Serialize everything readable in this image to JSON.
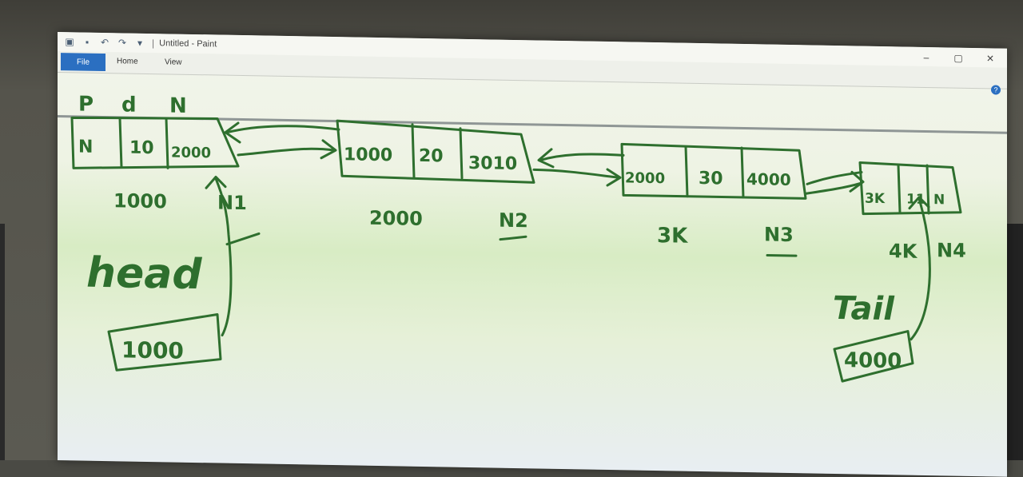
{
  "window": {
    "title": "Untitled - Paint",
    "quick_access_icons": [
      "paint-app-icon",
      "save-icon",
      "undo-icon",
      "redo-icon",
      "customize-icon"
    ],
    "controls": [
      "minimize-icon",
      "maximize-icon",
      "close-icon"
    ],
    "control_glyphs": [
      "–",
      "▢",
      "✕"
    ]
  },
  "ribbon": {
    "file_tab": "File",
    "tabs": [
      "Home",
      "View"
    ]
  },
  "drawing": {
    "top_labels": [
      "P",
      "d",
      "N"
    ],
    "node1": {
      "cells": [
        "N",
        "10",
        "2000"
      ],
      "address": "1000",
      "name": "N1"
    },
    "node2": {
      "cells": [
        "1000",
        "20",
        "3010"
      ],
      "address": "2000",
      "name": "N2"
    },
    "node3": {
      "cells": [
        "2000",
        "30",
        "4000"
      ],
      "address": "3K",
      "name": "N3"
    },
    "node4": {
      "cells": [
        "3K",
        "11",
        "N"
      ],
      "address": "4K",
      "name": "N4"
    },
    "head": {
      "label": "head",
      "value": "1000"
    },
    "tail": {
      "label": "Tail",
      "value": "4000"
    }
  },
  "colors": {
    "ink": "#2e6f2e",
    "file_tab": "#2b6fc1"
  }
}
